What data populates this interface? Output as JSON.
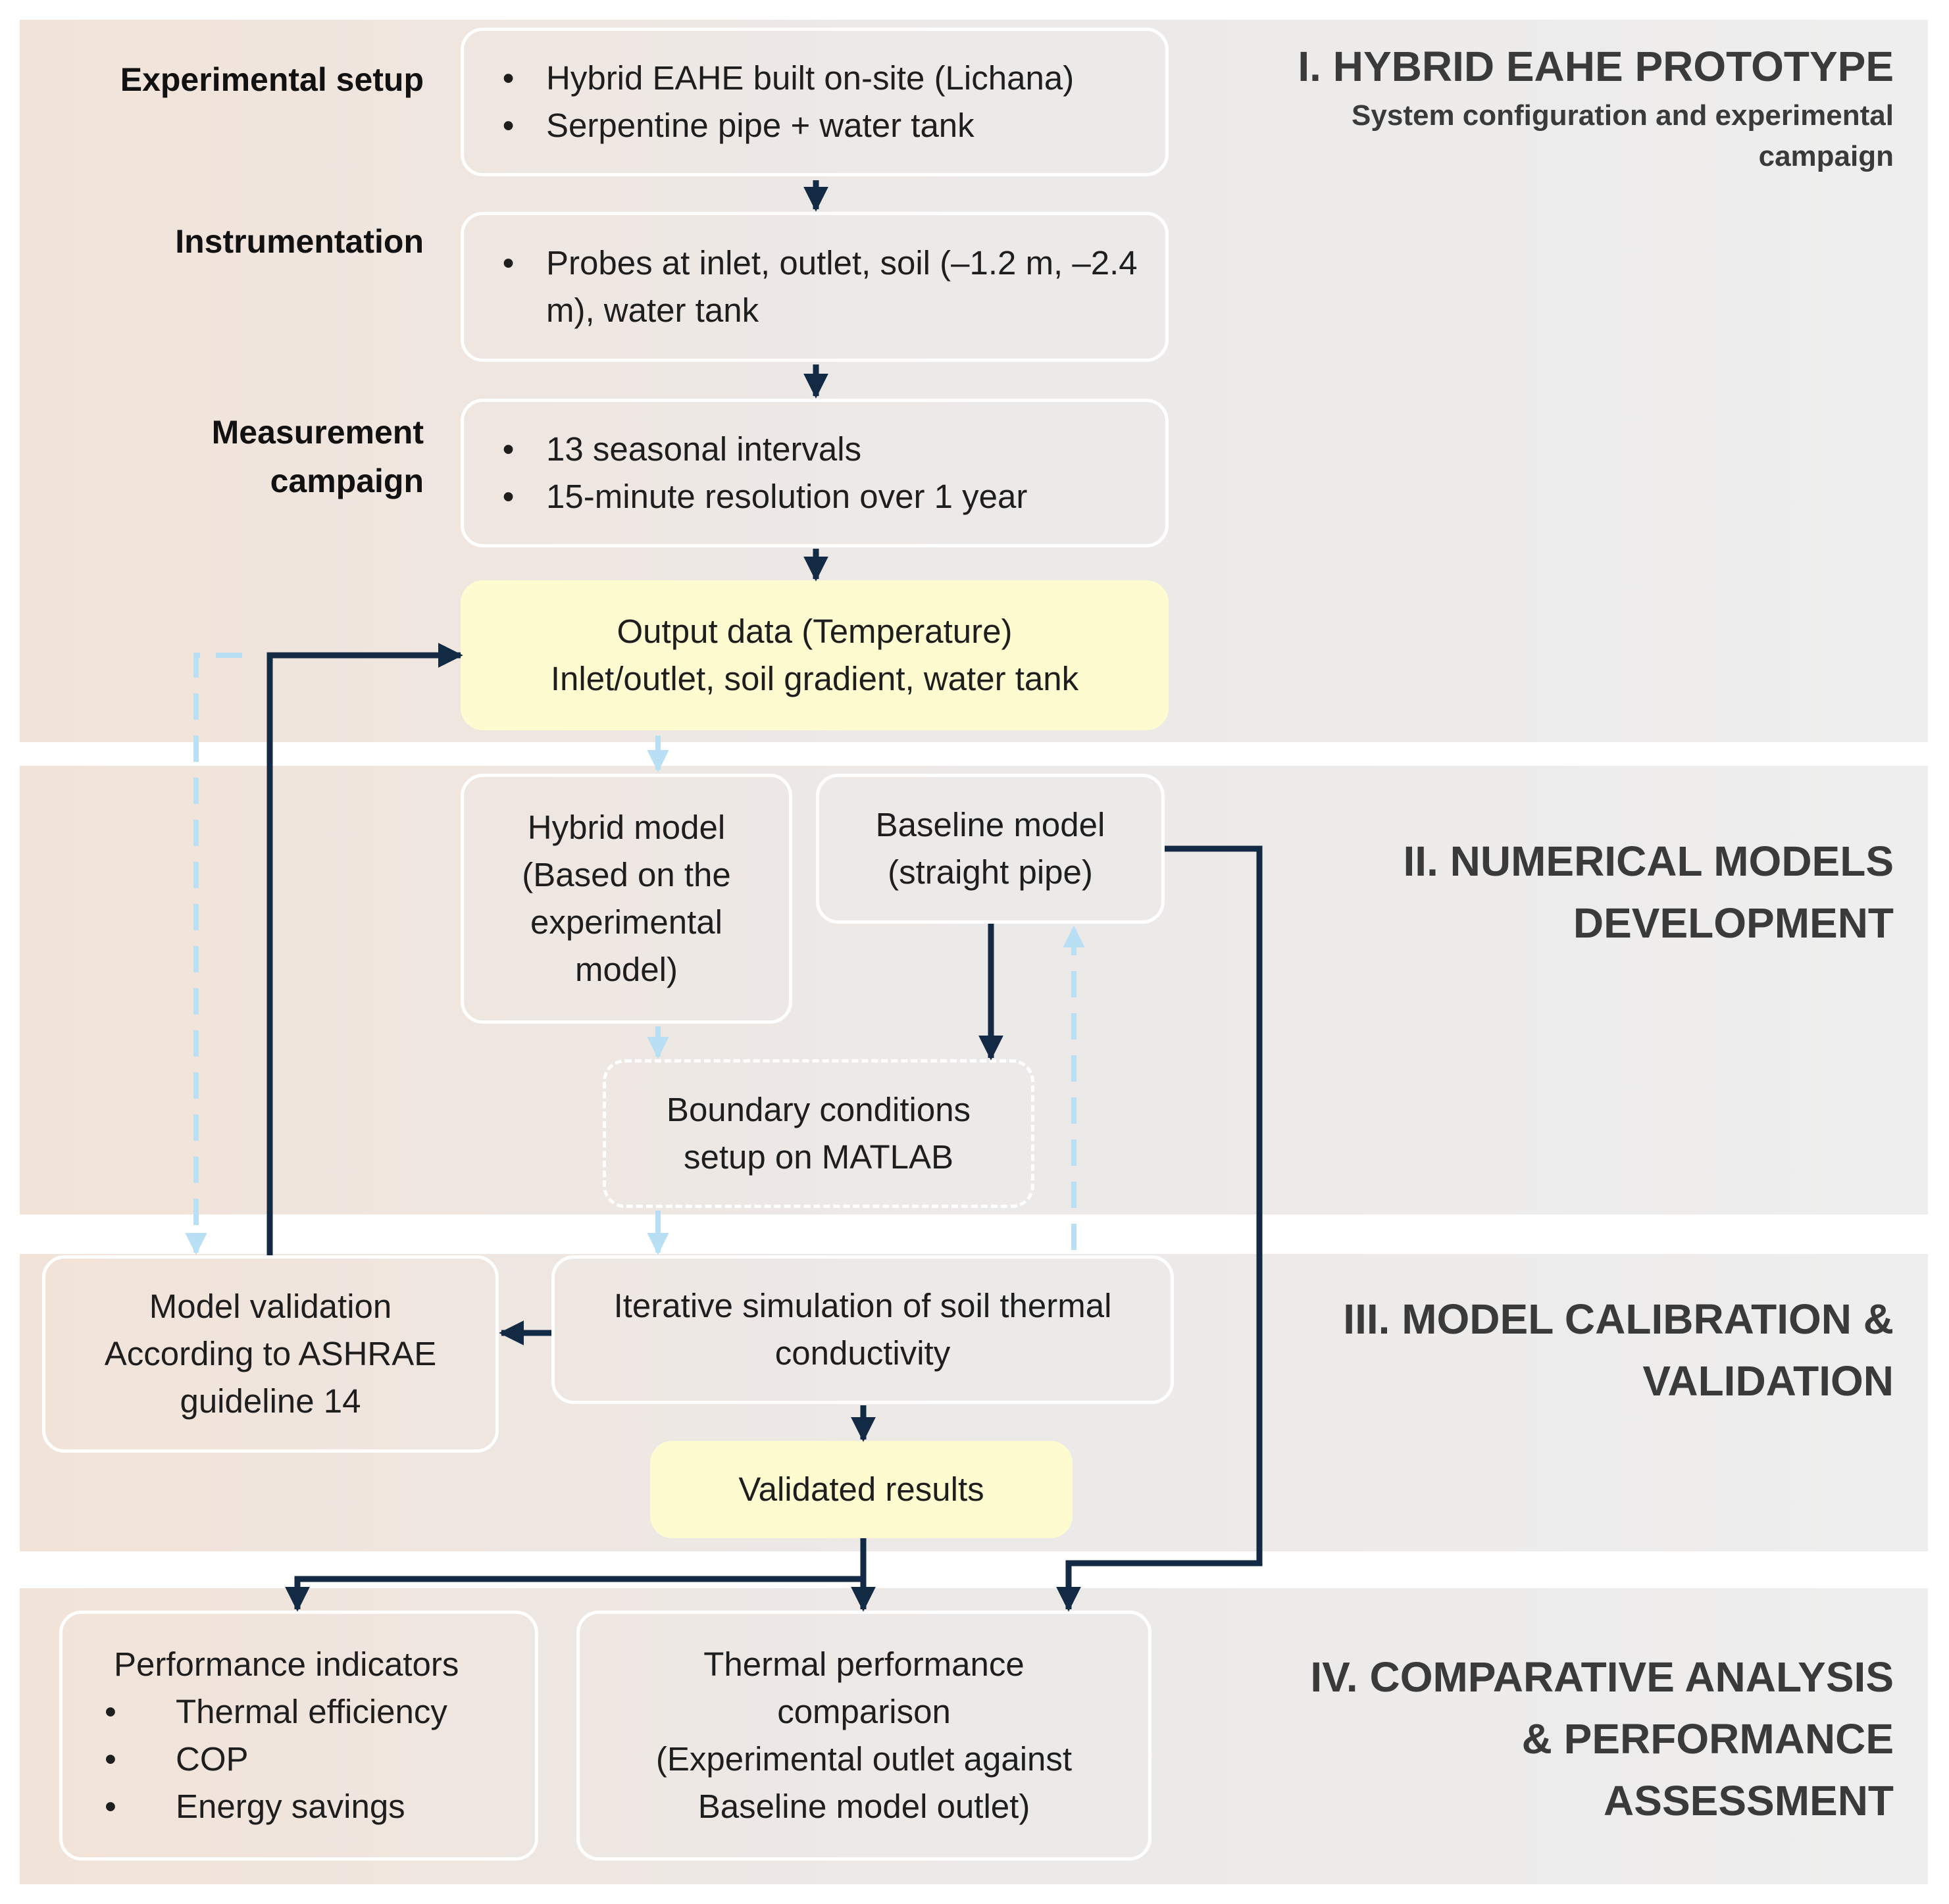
{
  "sections": [
    {
      "title": [
        "I. HYBRID EAHE PROTOTYPE"
      ],
      "subtitle": [
        "System configuration and experimental",
        "campaign"
      ]
    },
    {
      "title": [
        "II. NUMERICAL MODELS",
        "DEVELOPMENT"
      ]
    },
    {
      "title": [
        "III. MODEL CALIBRATION &",
        "VALIDATION"
      ]
    },
    {
      "title": [
        "IV. COMPARATIVE ANALYSIS",
        "& PERFORMANCE",
        "ASSESSMENT"
      ]
    }
  ],
  "row_labels": {
    "experimental_setup": [
      "Experimental setup"
    ],
    "instrumentation": [
      "Instrumentation"
    ],
    "measurement_campaign": [
      "Measurement",
      "campaign"
    ]
  },
  "boxes": {
    "experimental_setup": {
      "bullets": [
        "Hybrid EAHE built on-site (Lichana)",
        "Serpentine pipe + water tank"
      ]
    },
    "instrumentation": {
      "bullets": [
        "Probes at inlet, outlet, soil (–1.2 m, –2.4 m), water tank"
      ]
    },
    "measurement_campaign": {
      "bullets": [
        "13  seasonal intervals",
        "15-minute resolution  over 1 year"
      ]
    },
    "output_data": {
      "lines": [
        "Output  data (Temperature)",
        "Inlet/outlet, soil gradient, water tank"
      ]
    },
    "hybrid_model": {
      "lines": [
        "Hybrid model",
        "(Based on the",
        "experimental",
        "model)"
      ]
    },
    "baseline_model": {
      "lines": [
        "Baseline model",
        "(straight pipe)"
      ]
    },
    "boundary_conditions": {
      "lines": [
        "Boundary conditions",
        "setup on MATLAB"
      ]
    },
    "model_validation": {
      "lines": [
        "Model validation",
        "According to ASHRAE",
        "guideline 14"
      ]
    },
    "iterative_simulation": {
      "lines": [
        "Iterative simulation of soil thermal",
        "conductivity"
      ]
    },
    "validated_results": {
      "lines": [
        "Validated results"
      ]
    },
    "performance_indicators": {
      "heading": "Performance indicators",
      "bullets": [
        "Thermal efficiency",
        "COP",
        "Energy savings"
      ]
    },
    "thermal_comparison": {
      "lines": [
        "Thermal performance",
        "comparison",
        "(Experimental outlet against",
        "Baseline model outlet)"
      ]
    }
  },
  "bullet_char": "•",
  "colors": {
    "dark_arrow": "#132a45",
    "light_arrow": "#b9dff4",
    "highlight": "#fdfbcf",
    "box_border": "#ffffff"
  }
}
